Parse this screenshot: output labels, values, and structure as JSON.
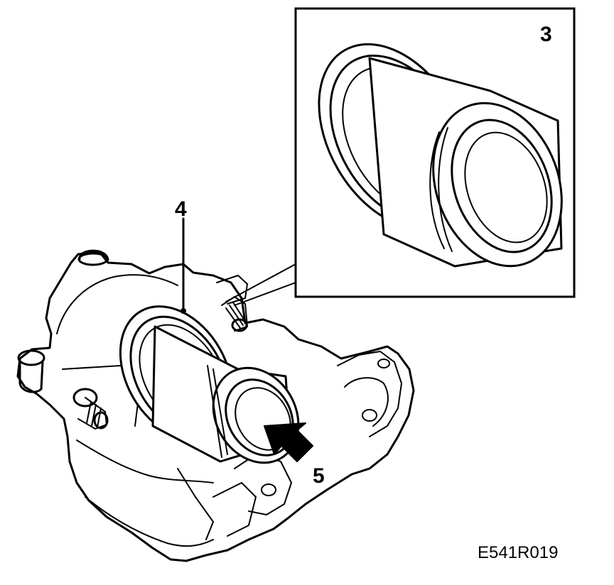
{
  "labels": {
    "inset_part": "3",
    "seal_part": "4",
    "arrow_part": "5"
  },
  "figure_code": "E541R019"
}
